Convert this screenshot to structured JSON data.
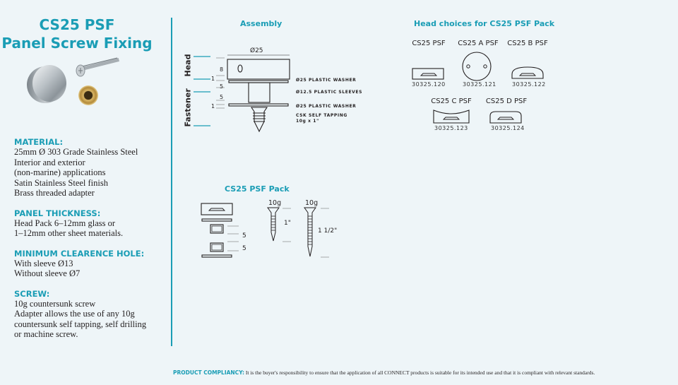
{
  "title": {
    "line1": "CS25 PSF",
    "line2": "Panel Screw Fixing"
  },
  "specs": [
    {
      "heading": "MATERIAL:",
      "lines": [
        "25mm Ø 303 Grade Stainless Steel",
        "Interior and exterior",
        "(non-marine) applications",
        "Satin Stainless Steel finish",
        "Brass threaded adapter"
      ]
    },
    {
      "heading": "PANEL THICKNESS:",
      "lines": [
        "Head Pack 6–12mm glass or",
        "1–12mm other sheet materials."
      ]
    },
    {
      "heading": "MINIMUM CLEARENCE HOLE:",
      "lines": [
        "With sleeve Ø13",
        "Without sleeve Ø7"
      ]
    },
    {
      "heading": "SCREW:",
      "lines": [
        "10g countersunk screw",
        "Adapter allows the use of any 10g",
        "countersunk self tapping, self drilling",
        "or machine screw."
      ]
    }
  ],
  "assembly": {
    "heading": "Assembly",
    "side_head": "Head",
    "side_fastener": "Fastener",
    "diameter": "Ø25",
    "dims": [
      "8",
      "1",
      "5",
      "5",
      "1"
    ],
    "callouts": [
      "Ø25 PLASTIC WASHER",
      "Ø12.5 PLASTIC SLEEVES",
      "Ø25 PLASTIC WASHER",
      "CSK SELF TAPPING",
      "10g x 1\""
    ]
  },
  "head_choices": {
    "heading": "Head choices for CS25 PSF Pack",
    "items": [
      {
        "name": "CS25 PSF",
        "code": "30325.120"
      },
      {
        "name": "CS25 A PSF",
        "code": "30325.121"
      },
      {
        "name": "CS25 B PSF",
        "code": "30325.122"
      },
      {
        "name": "CS25 C PSF",
        "code": "30325.123"
      },
      {
        "name": "CS25 D PSF",
        "code": "30325.124"
      }
    ]
  },
  "pack": {
    "heading": "CS25 PSF Pack",
    "dims": [
      "5",
      "5"
    ],
    "screw1_gauge": "10g",
    "screw1_length": "1\"",
    "screw2_gauge": "10g",
    "screw2_length": "1 1/2\""
  },
  "footer": {
    "label": "PRODUCT COMPLIANCY:",
    "text": "It is the buyer's responsibility to ensure that the application of all CONNECT products is suitable for its intended use and that it is compliant with relevant standards."
  }
}
